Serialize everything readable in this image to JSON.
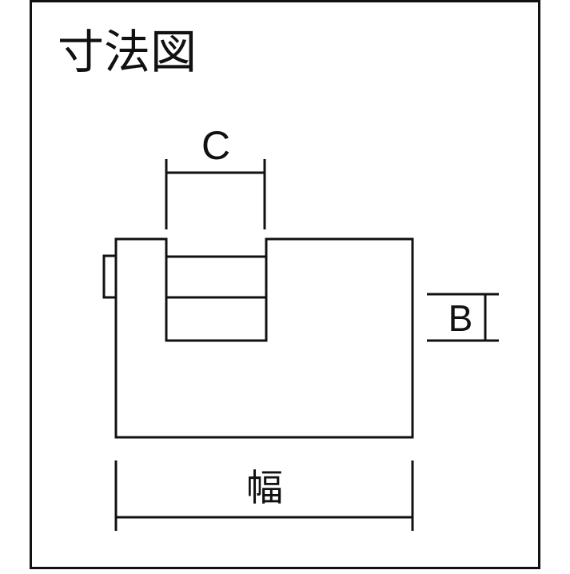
{
  "title": "寸法図",
  "labels": {
    "opening_width": "C",
    "thickness": "B",
    "width": "幅"
  },
  "colors": {
    "line": "#111111",
    "background": "#ffffff"
  }
}
